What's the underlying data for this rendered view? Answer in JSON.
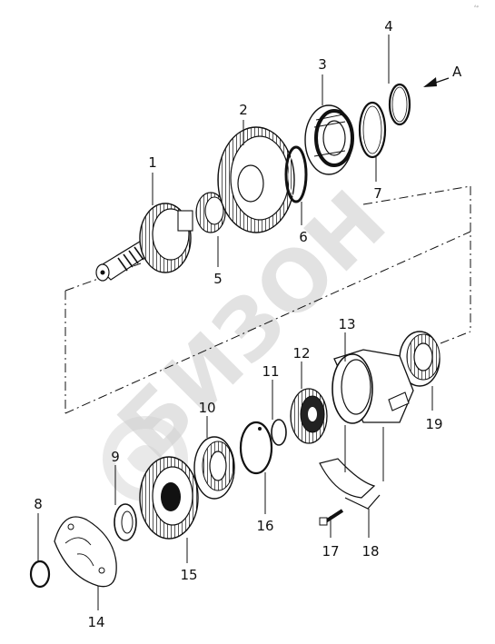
{
  "diagram": {
    "direction_arrow_label": "A",
    "corner_mark": "ᴬᵖ",
    "watermark": "БИЗОН",
    "callouts": [
      "1",
      "2",
      "3",
      "4",
      "5",
      "6",
      "7",
      "8",
      "9",
      "10",
      "11",
      "12",
      "13",
      "14",
      "15",
      "16",
      "17",
      "18",
      "19"
    ]
  }
}
